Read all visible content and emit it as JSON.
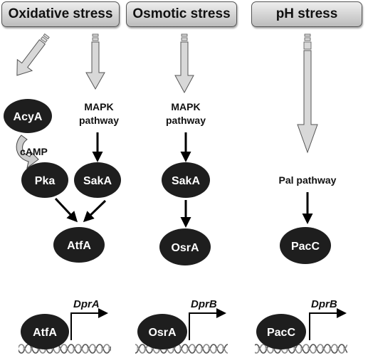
{
  "headers": {
    "oxidative": "Oxidative stress",
    "osmotic": "Osmotic stress",
    "ph": "pH stress"
  },
  "oxidative": {
    "acya": "AcyA",
    "camp": "cAMP",
    "pka": "Pka",
    "mapk_line1": "MAPK",
    "mapk_line2": "pathway",
    "saka": "SakA",
    "atfa": "AtfA"
  },
  "osmotic": {
    "mapk_line1": "MAPK",
    "mapk_line2": "pathway",
    "saka": "SakA",
    "osra": "OsrA"
  },
  "ph": {
    "pal": "Pal pathway",
    "pacc": "PacC"
  },
  "promoters": [
    {
      "factor": "AtfA",
      "gene": "DprA"
    },
    {
      "factor": "OsrA",
      "gene": "DprB"
    },
    {
      "factor": "PacC",
      "gene": "DprB"
    }
  ],
  "colors": {
    "node_fill": "#1e1e1e",
    "node_text": "#ffffff",
    "stress_arrow": "#d8d8d8",
    "header_fill": "#cfcfcf"
  }
}
